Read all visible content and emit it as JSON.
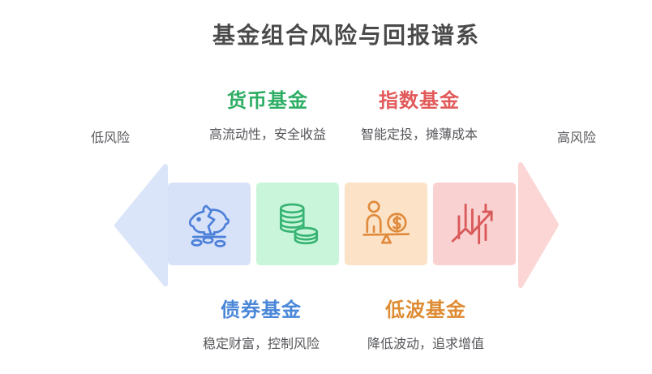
{
  "title": "基金组合风险与回报谱系",
  "spectrum": {
    "left_label": "低风险",
    "right_label": "高风险",
    "left_arrow_color": "#dbe5f9",
    "right_arrow_color": "#fbd6d4"
  },
  "top_funds": [
    {
      "name": "货币基金",
      "desc": "高流动性，安全收益",
      "color": "#2eae64"
    },
    {
      "name": "指数基金",
      "desc": "智能定投，摊薄成本",
      "color": "#e25a5a"
    }
  ],
  "bottom_funds": [
    {
      "name": "债券基金",
      "desc": "稳定财富，控制风险",
      "color": "#4a87d9"
    },
    {
      "name": "低波基金",
      "desc": "降低波动，追求增值",
      "color": "#de8c33"
    }
  ],
  "boxes": [
    {
      "icon": "broken-piggy-bank-icon",
      "bg": "#d7e2f9",
      "stroke": "#4d80d9"
    },
    {
      "icon": "coin-stack-icon",
      "bg": "#c9f6da",
      "stroke": "#38b474"
    },
    {
      "icon": "balance-scale-icon",
      "bg": "#fce3c8",
      "stroke": "#e08a3c"
    },
    {
      "icon": "rising-chart-icon",
      "bg": "#fad1d1",
      "stroke": "#d95a5a"
    }
  ]
}
